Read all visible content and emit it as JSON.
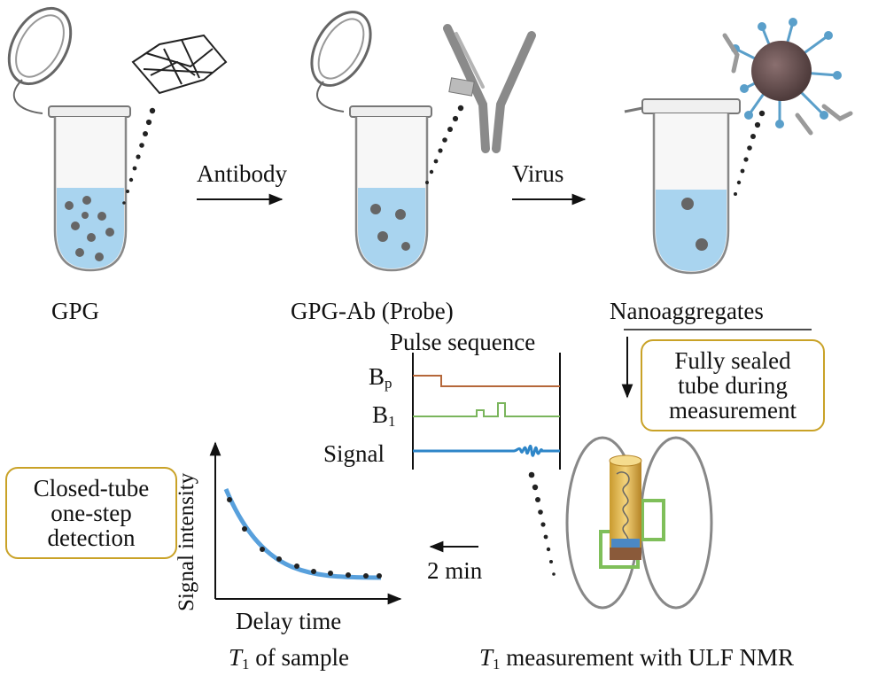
{
  "step1": {
    "label": "GPG"
  },
  "arrow1": {
    "label": "Antibody"
  },
  "step2": {
    "label": "GPG-Ab (Probe)"
  },
  "arrow2": {
    "label": "Virus"
  },
  "step3": {
    "label": "Nanoaggregates"
  },
  "sealed_note": {
    "line1": "Fully sealed",
    "line2": "tube during",
    "line3": "measurement"
  },
  "pulse": {
    "title": "Pulse sequence",
    "row_bp": "B",
    "row_bp_sub": "p",
    "row_b1": "B",
    "row_b1_sub": "1",
    "row_signal": "Signal",
    "colors": {
      "bp": "#b5673a",
      "b1": "#7ab55c",
      "signal": "#2e86c8"
    }
  },
  "measurement": {
    "symbol": "T",
    "sub": "1",
    "text": " measurement with ULF NMR"
  },
  "arrow3": {
    "label": "2 min"
  },
  "closed_note": {
    "line1": "Closed-tube",
    "line2": "one-step",
    "line3": "detection"
  },
  "decay_plot": {
    "ylabel": "Signal intensity",
    "xlabel": "Delay time",
    "caption_symbol": "T",
    "caption_sub": "1",
    "caption_text": " of sample"
  },
  "colors": {
    "liquid": "#a9d4ef",
    "note_border": "#c9a227",
    "curve": "#3b8fd6",
    "coil_box": "#7fbf5a"
  },
  "icons": [
    "tube-icon",
    "graphene-sheet-icon",
    "antibody-icon",
    "virus-icon",
    "coil-icon",
    "sample-cylinder-icon"
  ]
}
